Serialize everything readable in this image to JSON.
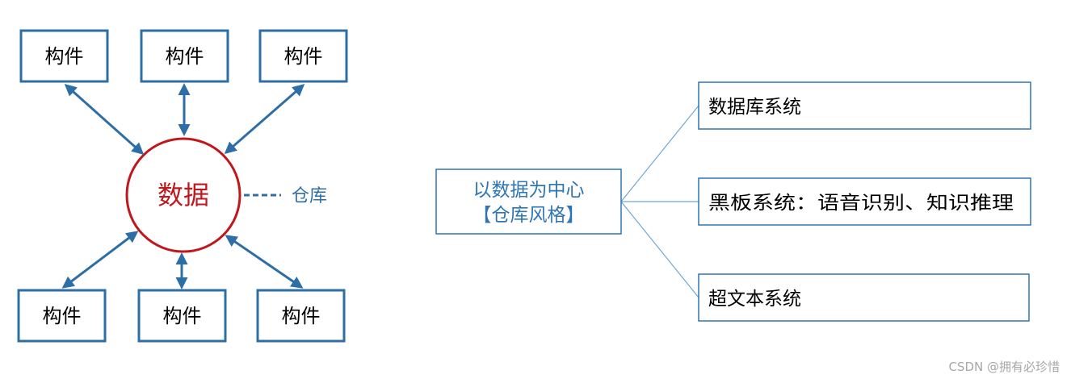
{
  "left_diagram": {
    "components": [
      "构件",
      "构件",
      "构件",
      "构件",
      "构件",
      "构件"
    ],
    "center_label": "数据",
    "repository_label": "仓库",
    "colors": {
      "box_border": "#2e6ea6",
      "arrow": "#2e6ea6",
      "circle": "#c0171c",
      "center_text": "#c0171c",
      "label": "#2e6ea6"
    }
  },
  "right_diagram": {
    "source_line1": "以数据为中心",
    "source_line2": "【仓库风格】",
    "targets": [
      "数据库系统",
      "黑板系统：语音识别、知识推理",
      "超文本系统"
    ],
    "colors": {
      "source_text": "#2e75b6",
      "box_border": "#2e75b6",
      "connector": "#6fa8d6"
    }
  },
  "watermark": "CSDN @拥有必珍惜"
}
